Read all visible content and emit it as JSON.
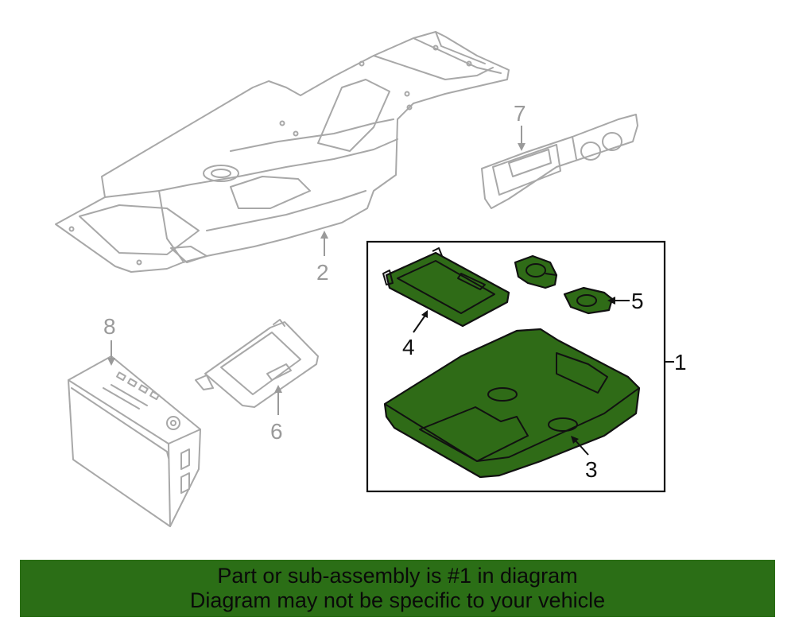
{
  "callouts": {
    "c1": "1",
    "c2": "2",
    "c3": "3",
    "c4": "4",
    "c5": "5",
    "c6": "6",
    "c7": "7",
    "c8": "8"
  },
  "colors": {
    "highlight_green": "#2f6b17",
    "banner_green": "#2b6e16",
    "outline_gray": "#a8a8a8"
  },
  "banner": {
    "line1": "Part or sub-assembly is #1 in diagram",
    "line2": "Diagram may not be specific to your vehicle"
  }
}
